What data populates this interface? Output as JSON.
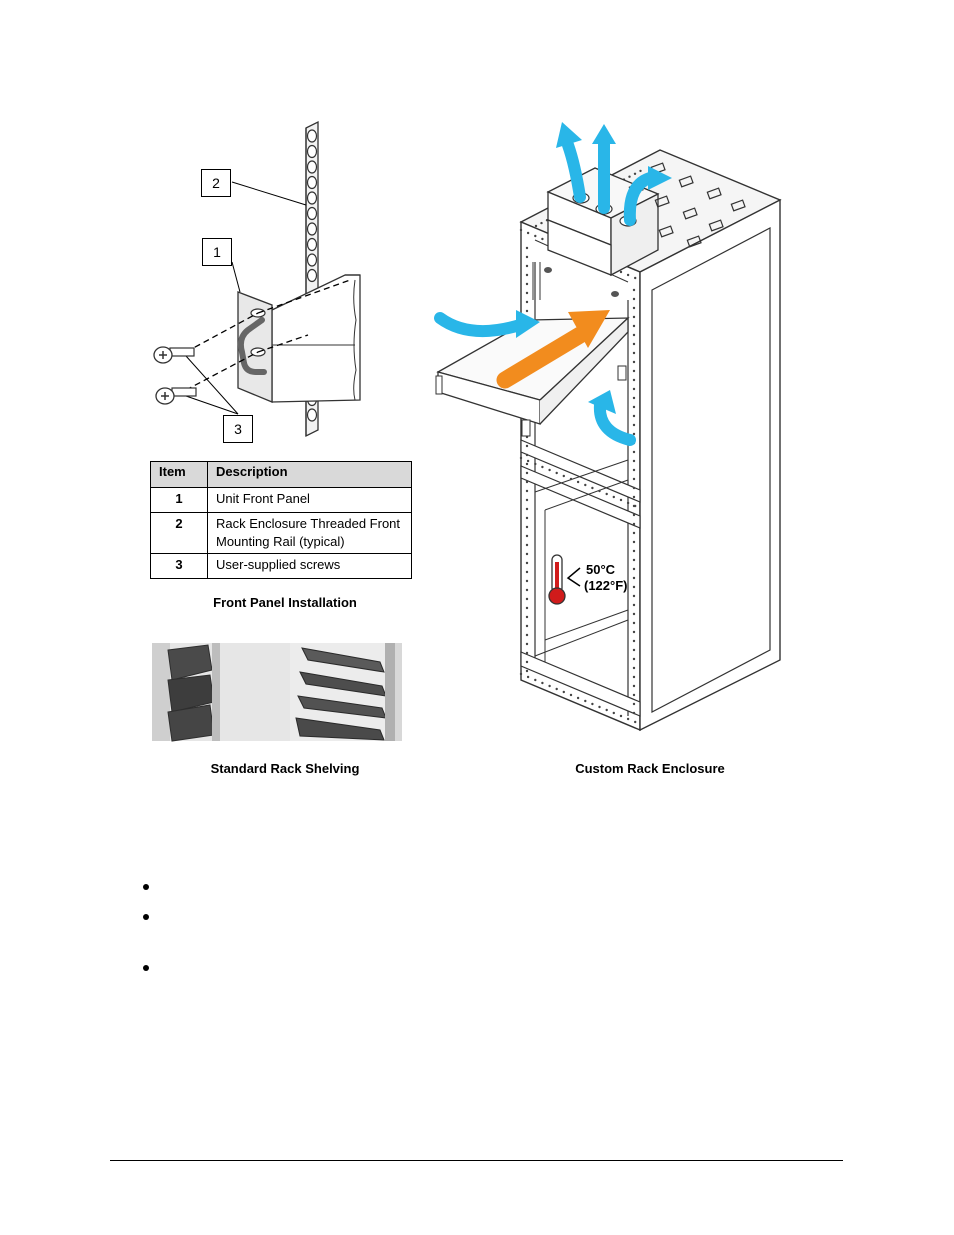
{
  "figure": {
    "callouts": [
      "1",
      "2",
      "3"
    ],
    "table": {
      "headers": [
        "Item",
        "Description"
      ],
      "rows": [
        {
          "item": "1",
          "description": "Unit Front Panel"
        },
        {
          "item": "2",
          "description": "Rack Enclosure Threaded Front Mounting Rail (typical)"
        },
        {
          "item": "3",
          "description": "User-supplied screws"
        }
      ]
    },
    "captions": {
      "front_panel": "Front Panel Installation",
      "standard_shelving": "Standard Rack Shelving",
      "custom_enclosure": "Custom Rack Enclosure"
    },
    "temperature": {
      "celsius": "50°C",
      "fahrenheit": "(122°F)"
    },
    "colors": {
      "airflow": "#29b6e8",
      "intake": "#f28c1e",
      "thermometer": "#d01b1b"
    }
  },
  "bullets_count": 3
}
